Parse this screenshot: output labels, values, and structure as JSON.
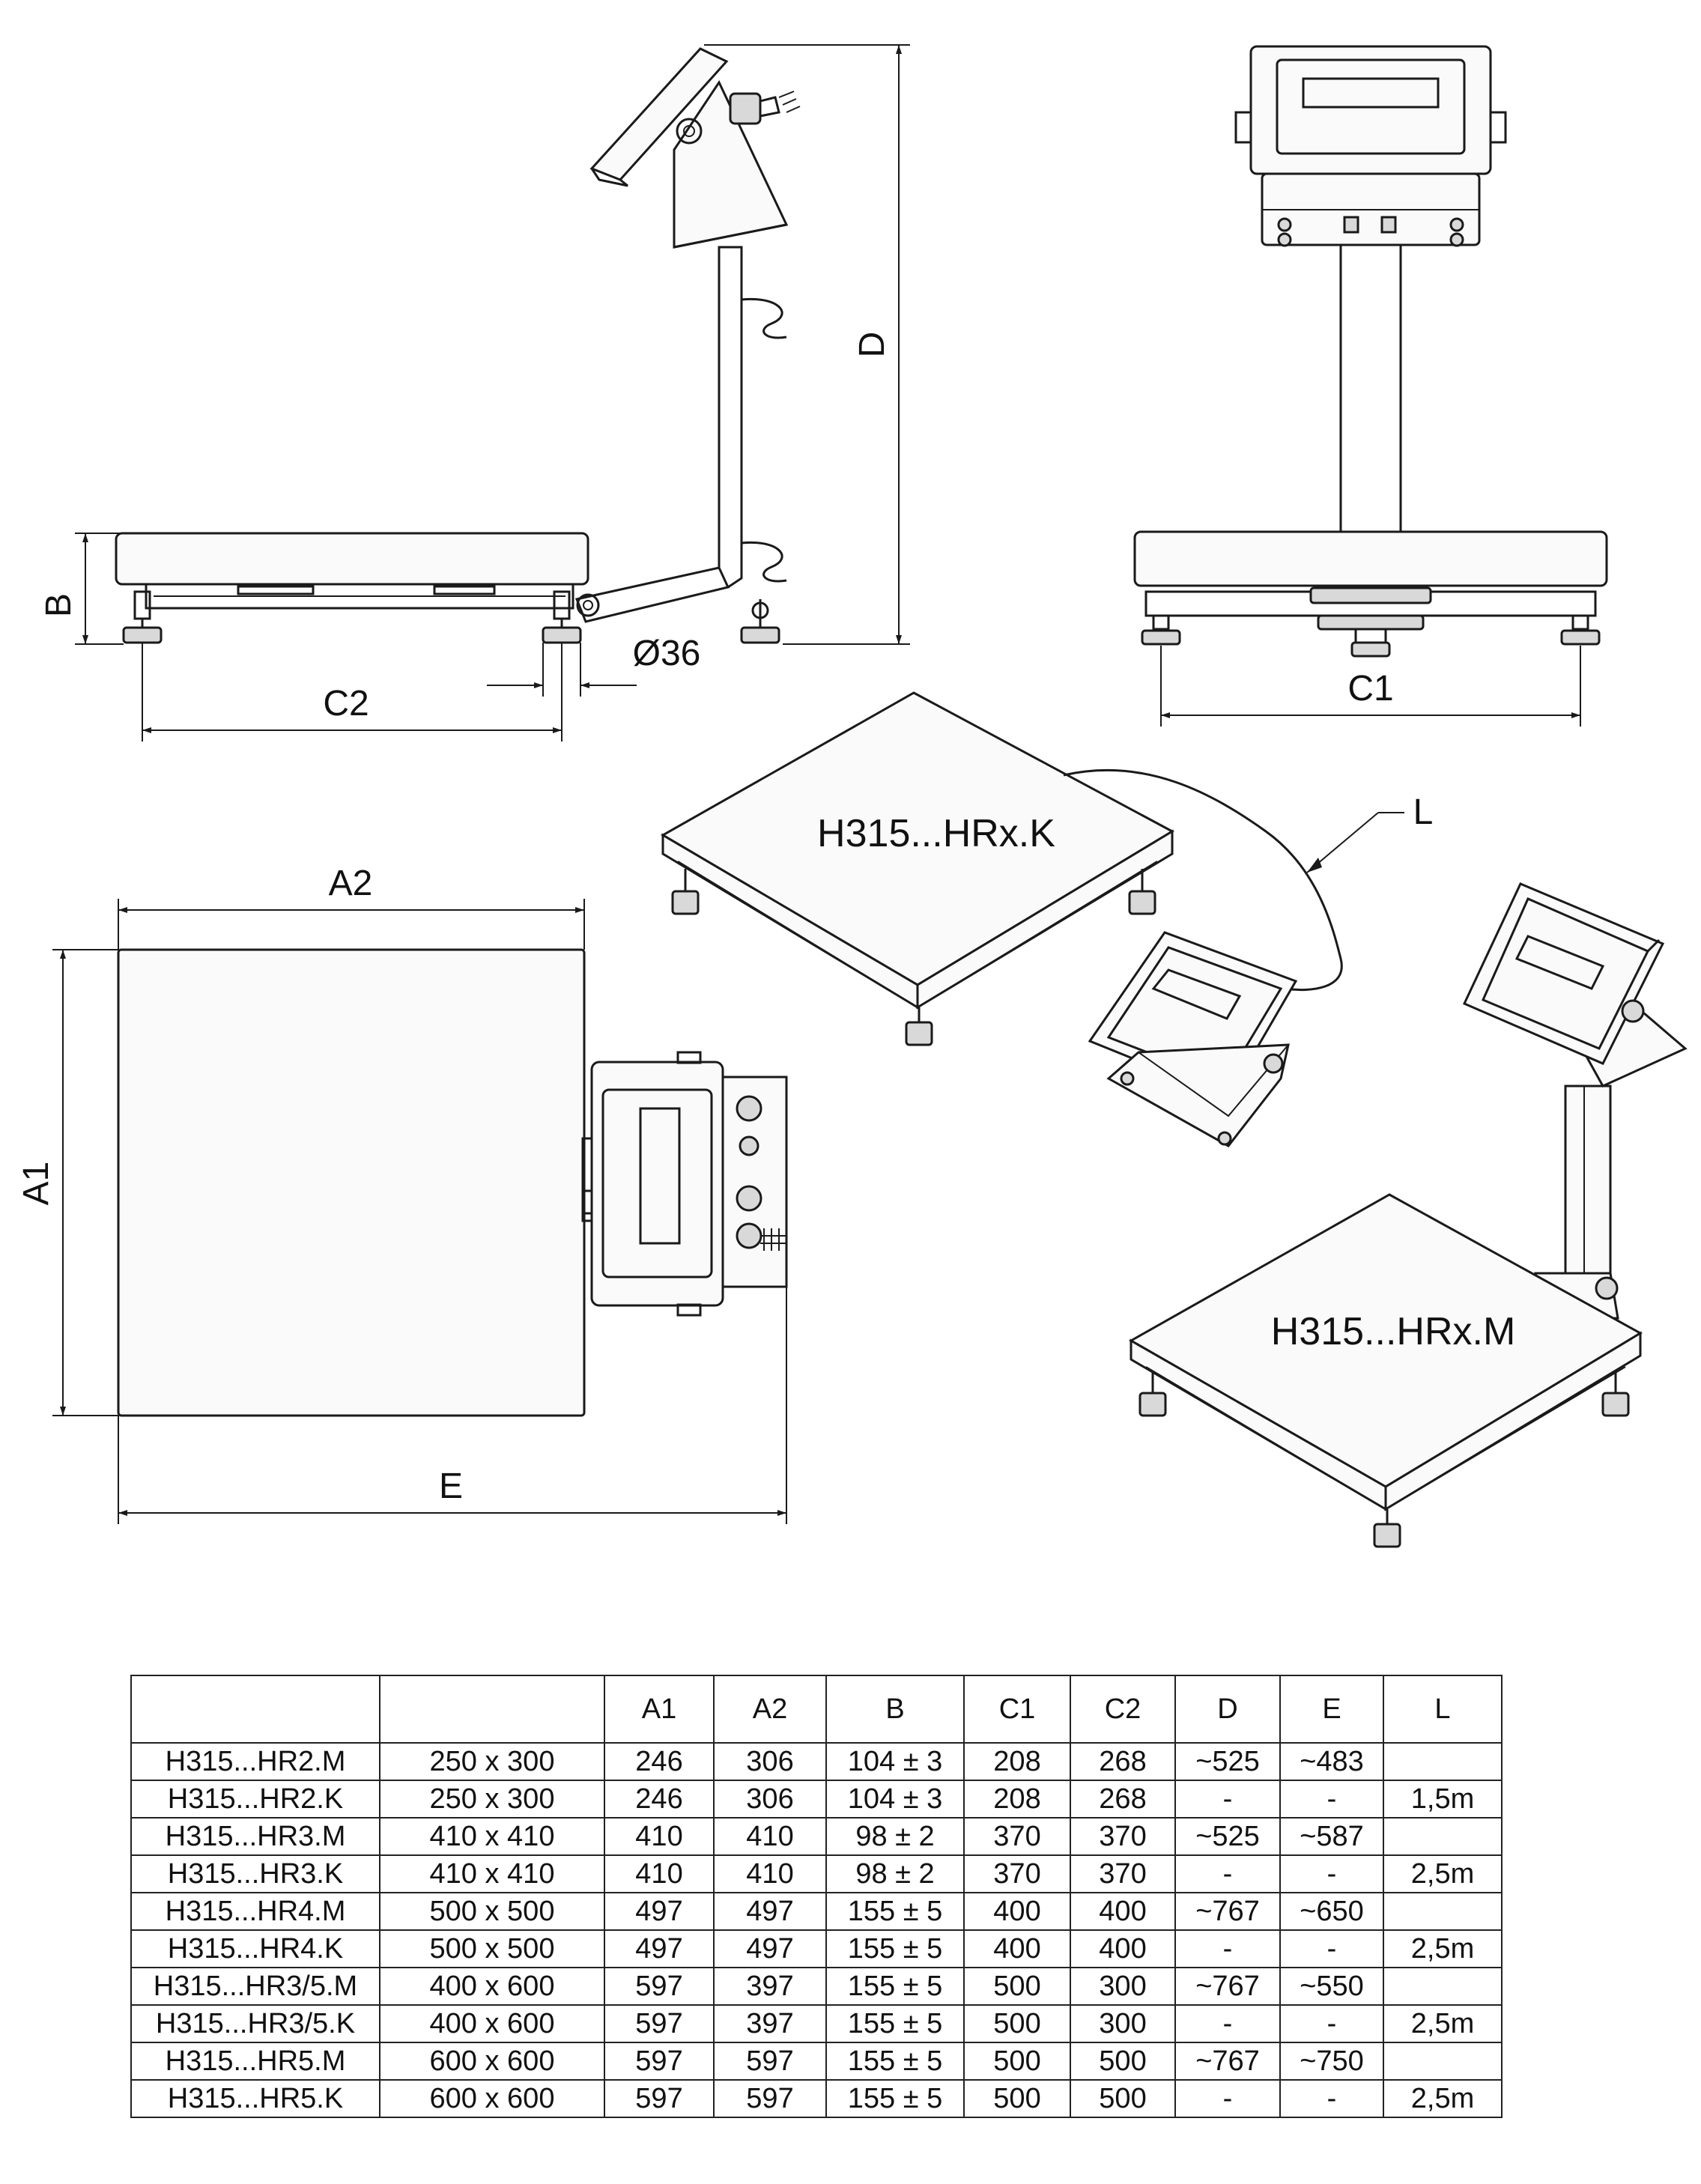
{
  "dimension_labels": {
    "b": "B",
    "d": "D",
    "c2": "C2",
    "c1": "C1",
    "diameter": "Ø36",
    "a2": "A2",
    "a1": "A1",
    "e": "E",
    "l": "L"
  },
  "models": {
    "platform_k": "H315...HRx.K",
    "platform_m": "H315...HRx.M"
  },
  "table": {
    "headers": [
      "",
      "",
      "A1",
      "A2",
      "B",
      "C1",
      "C2",
      "D",
      "E",
      "L"
    ],
    "rows": [
      [
        "H315...HR2.M",
        "250 x 300",
        "246",
        "306",
        "104 ± 3",
        "208",
        "268",
        "~525",
        "~483",
        ""
      ],
      [
        "H315...HR2.K",
        "250 x 300",
        "246",
        "306",
        "104 ± 3",
        "208",
        "268",
        "-",
        "-",
        "1,5m"
      ],
      [
        "H315...HR3.M",
        "410 x 410",
        "410",
        "410",
        "98 ± 2",
        "370",
        "370",
        "~525",
        "~587",
        ""
      ],
      [
        "H315...HR3.K",
        "410 x 410",
        "410",
        "410",
        "98 ± 2",
        "370",
        "370",
        "-",
        "-",
        "2,5m"
      ],
      [
        "H315...HR4.M",
        "500 x 500",
        "497",
        "497",
        "155 ± 5",
        "400",
        "400",
        "~767",
        "~650",
        ""
      ],
      [
        "H315...HR4.K",
        "500 x 500",
        "497",
        "497",
        "155 ± 5",
        "400",
        "400",
        "-",
        "-",
        "2,5m"
      ],
      [
        "H315...HR3/5.M",
        "400 x 600",
        "597",
        "397",
        "155 ± 5",
        "500",
        "300",
        "~767",
        "~550",
        ""
      ],
      [
        "H315...HR3/5.K",
        "400 x 600",
        "597",
        "397",
        "155 ± 5",
        "500",
        "300",
        "-",
        "-",
        "2,5m"
      ],
      [
        "H315...HR5.M",
        "600 x 600",
        "597",
        "597",
        "155 ± 5",
        "500",
        "500",
        "~767",
        "~750",
        ""
      ],
      [
        "H315...HR5.K",
        "600 x 600",
        "597",
        "597",
        "155 ± 5",
        "500",
        "500",
        "-",
        "-",
        "2,5m"
      ]
    ]
  }
}
